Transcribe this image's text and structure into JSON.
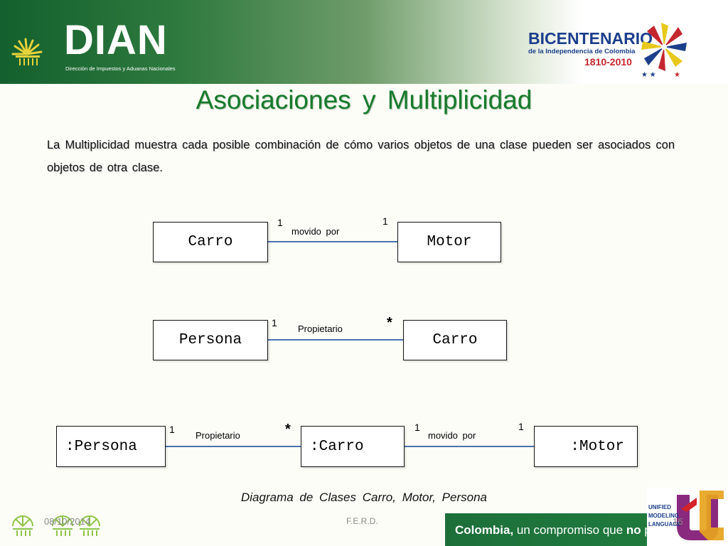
{
  "header": {
    "brand": "DIAN",
    "brand_subtitle": "Dirección de Impuestos y Aduanas Nacionales",
    "bicentenario_title": "BICENTENARIO",
    "bicentenario_subtitle": "de la Independencia de Colombia",
    "bicentenario_years": "1810-2010"
  },
  "slide": {
    "title": "Asociaciones y Multiplicidad",
    "intro": "La Multiplicidad muestra cada posible combinación de cómo varios objetos de una clase pueden ser asociados con objetos de otra clase.",
    "caption": "Diagrama de Clases Carro, Motor, Persona"
  },
  "diagram": {
    "row1": {
      "left_class": "Carro",
      "right_class": "Motor",
      "left_mult": "1",
      "right_mult": "1",
      "label": "movido por"
    },
    "row2": {
      "left_class": "Persona",
      "right_class": "Carro",
      "left_mult": "1",
      "right_mult": "*",
      "label": "Propietario"
    },
    "row3": {
      "class_a": ":Persona",
      "class_b": ":Carro",
      "class_c": ":Motor",
      "ab_left_mult": "1",
      "ab_right_mult": "*",
      "ab_label": "Propietario",
      "bc_left_mult": "1",
      "bc_right_mult": "1",
      "bc_label": "movido por"
    },
    "line_color": "#4a73b0"
  },
  "footer": {
    "date": "08/10/2014",
    "author": "F.E.R.D.",
    "page_number": "16",
    "slogan_bold": "Colombia,",
    "slogan_rest": " un compromiso que ",
    "slogan_no": "no",
    "slogan_end": " p"
  },
  "uml_logo": {
    "line1": "UNIFIED",
    "line2": "MODELING",
    "line3": "LANGUAGE"
  },
  "colors": {
    "header_green": "#14602e",
    "title_green": "#177a2d",
    "bicentenario_blue": "#1c3f8c",
    "bicentenario_red": "#c4262e"
  }
}
